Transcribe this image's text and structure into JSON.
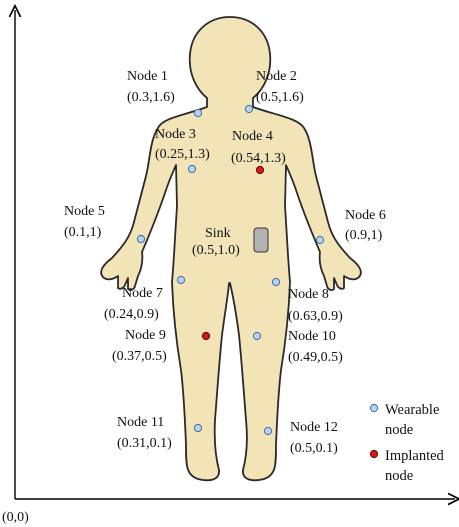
{
  "origin_label": "(0,0)",
  "colors": {
    "body_fill": "#f3e4b8",
    "body_stroke": "#2a2a2a",
    "wearable": "#b9d3ee",
    "wearable_stroke": "#3a6ea5",
    "implanted": "#d11a1a",
    "implanted_stroke": "#6a0000",
    "sink": "#b3b3b3"
  },
  "sink": {
    "name": "Sink",
    "coord": "(0.5,1.0)"
  },
  "nodes": [
    {
      "name": "Node 1",
      "coord": "(0.3,1.6)",
      "type": "wearable"
    },
    {
      "name": "Node 2",
      "coord": "(0.5,1.6)",
      "type": "wearable"
    },
    {
      "name": "Node 3",
      "coord": "(0.25,1.3)",
      "type": "wearable"
    },
    {
      "name": "Node 4",
      "coord": "(0.54,1.3)",
      "type": "implanted"
    },
    {
      "name": "Node 5",
      "coord": "(0.1,1)",
      "type": "wearable"
    },
    {
      "name": "Node 6",
      "coord": "(0.9,1)",
      "type": "wearable"
    },
    {
      "name": "Node 7",
      "coord": "(0.24,0.9)",
      "type": "wearable"
    },
    {
      "name": "Node 8",
      "coord": "(0.63,0.9)",
      "type": "wearable"
    },
    {
      "name": "Node 9",
      "coord": "(0.37,0.5)",
      "type": "implanted"
    },
    {
      "name": "Node 10",
      "coord": "(0.49,0.5)",
      "type": "wearable"
    },
    {
      "name": "Node 11",
      "coord": "(0.31,0.1)",
      "type": "wearable"
    },
    {
      "name": "Node 12",
      "coord": "(0.5,0.1)",
      "type": "wearable"
    }
  ],
  "legend": {
    "wearable": [
      "Wearable",
      "node"
    ],
    "implanted": [
      "Implanted",
      "node"
    ]
  }
}
